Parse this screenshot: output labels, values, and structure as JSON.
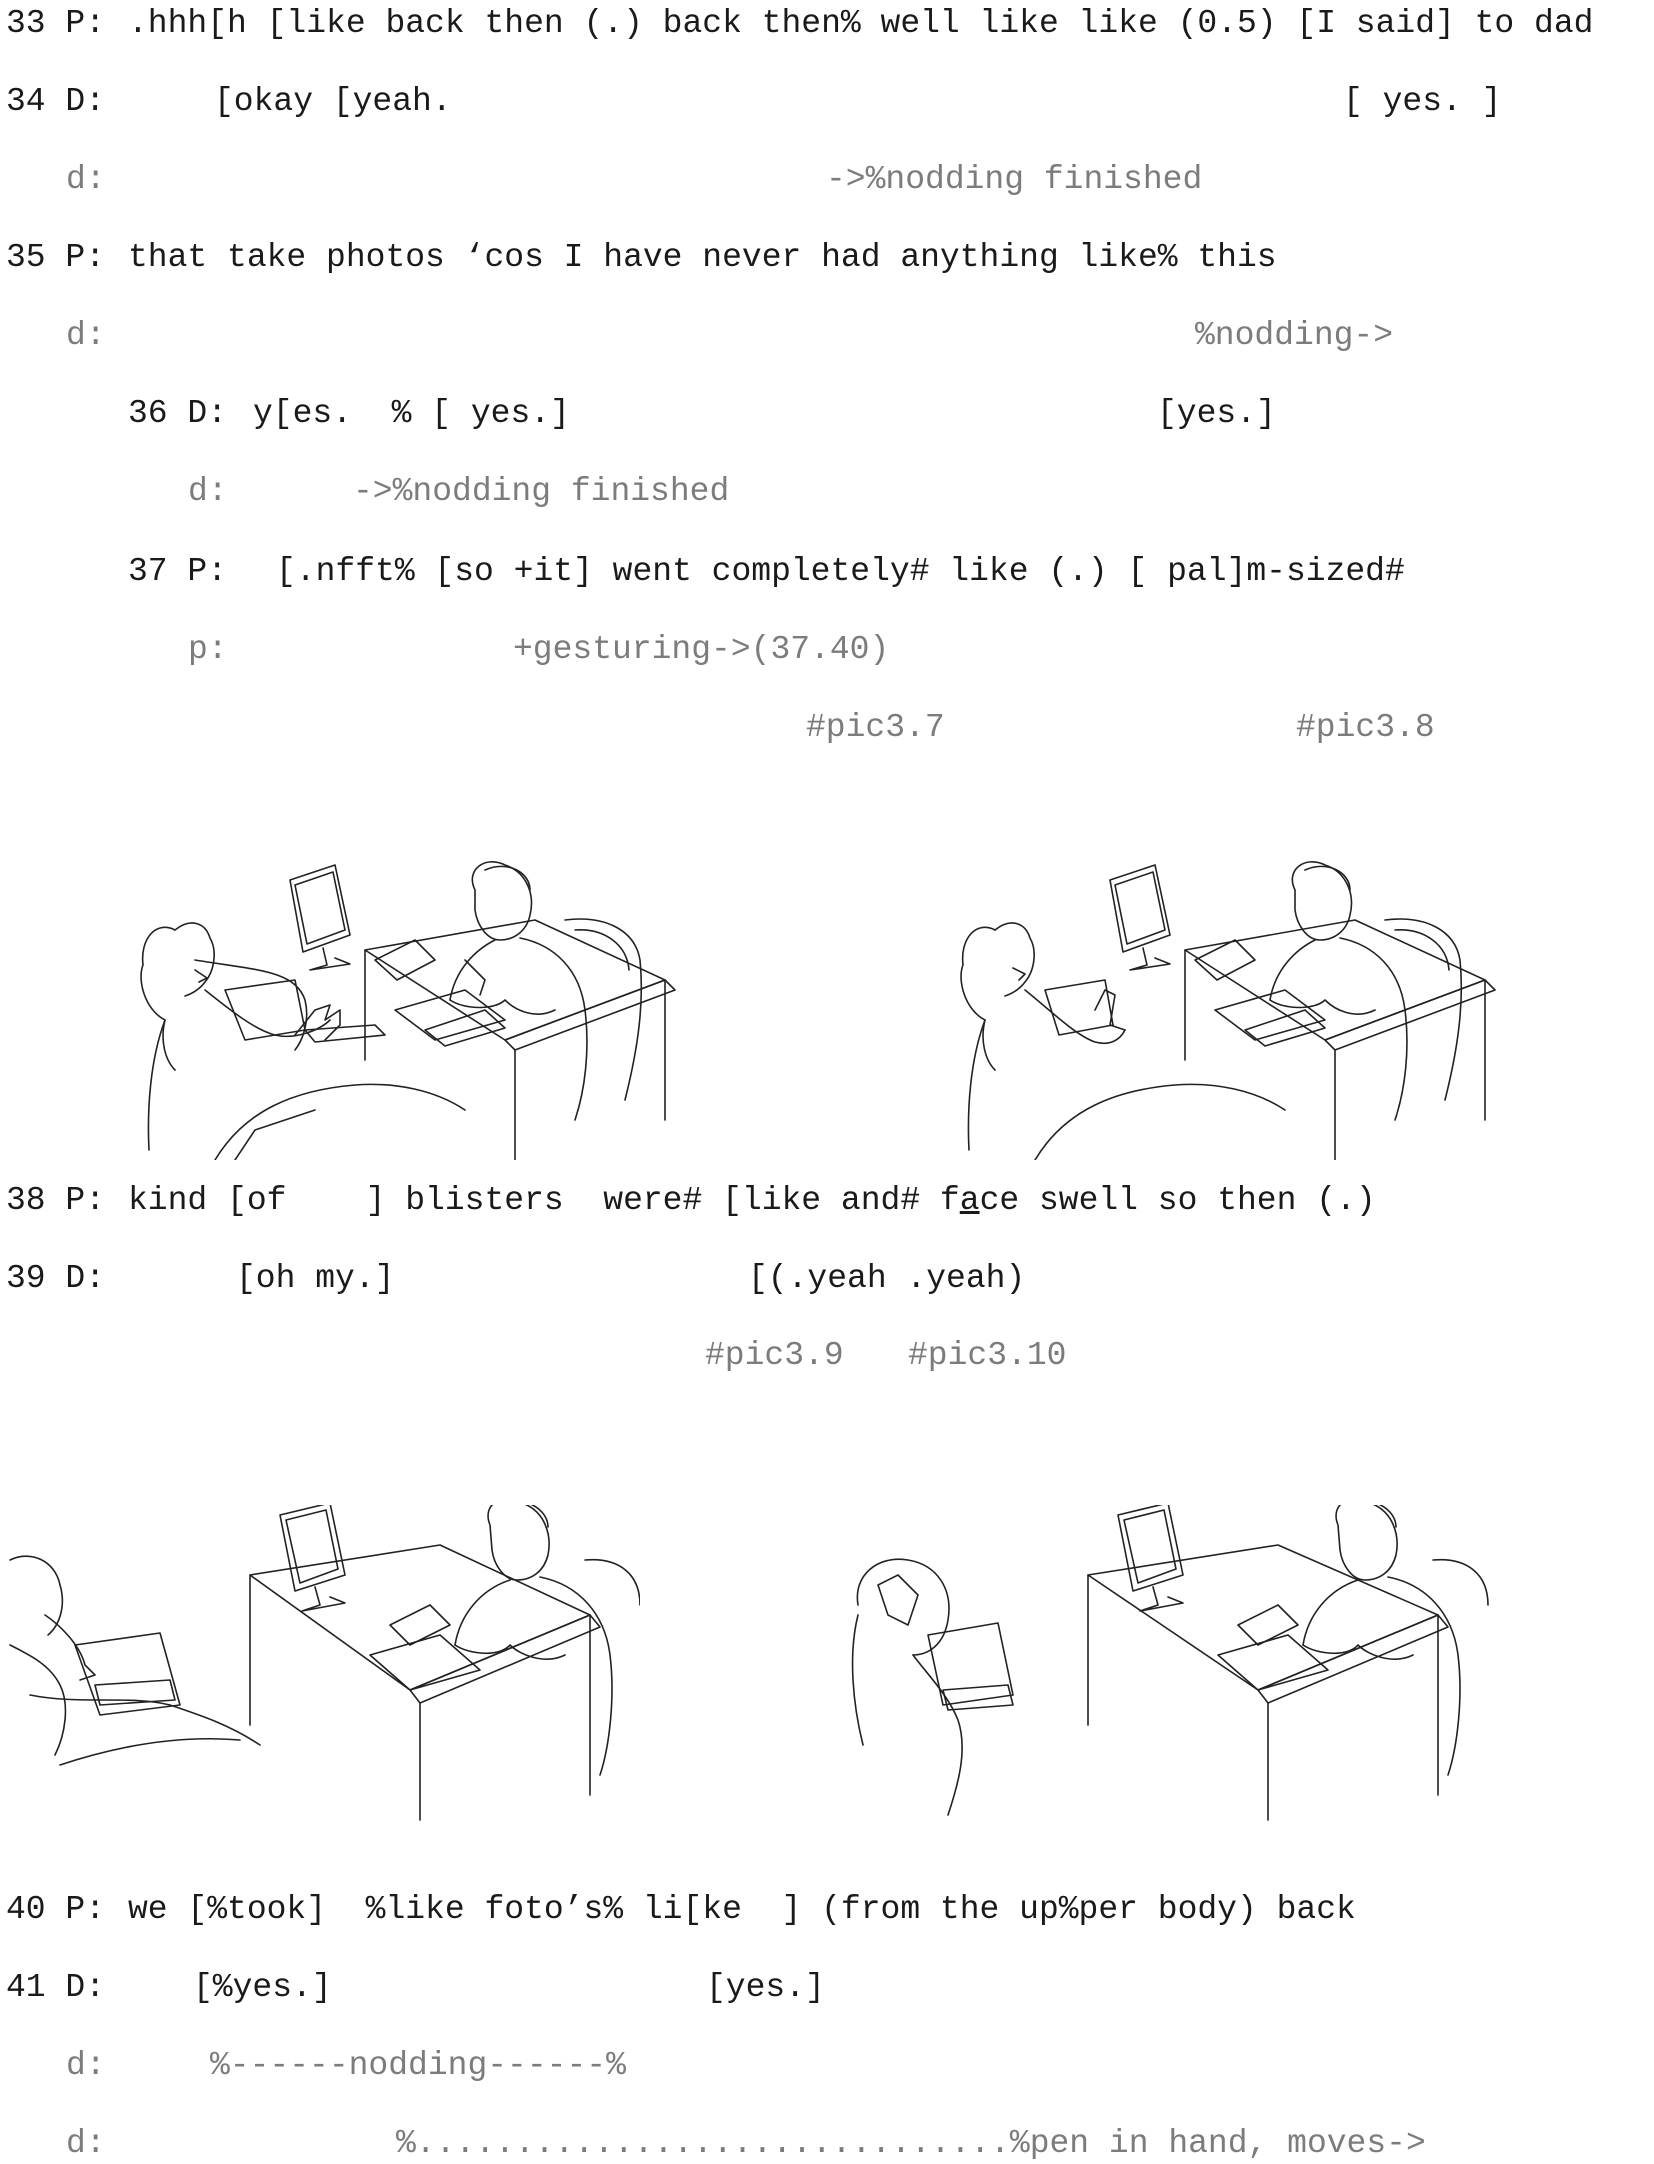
{
  "transcript": {
    "l33": ".hhh[h [like back then (.) back then% well like like (0.5) [I said] to dad",
    "l33_num": "33 P:",
    "l34_num": "34 D:",
    "l34": "[okay [yeah.",
    "l34b": "[ yes. ]",
    "l34d_tag": "d:",
    "l34d": "->%nodding finished",
    "l35_num": "35 P:",
    "l35": "that take photos ‘cos I have never had anything like% this",
    "l35d_tag": "d:",
    "l35d": "%nodding->",
    "l36_num": "36 D:",
    "l36": "y[es.  % [ yes.]",
    "l36b": "[yes.]",
    "l36d_tag": "d:",
    "l36d": "->%nodding finished",
    "l37_num": "37 P:",
    "l37": "[.nfft% [so +it] went completely# like (.) [ pal]m-sized#",
    "l37p_tag": "p:",
    "l37p": "+gesturing->(37.40)",
    "pic7": "#pic3.7",
    "pic8": "#pic3.8",
    "l38_num": "38 P:",
    "l38a": "kind [of    ] blisters  were# [like and# f",
    "l38u": "a",
    "l38b": "ce swell so then (.)",
    "l39_num": "39 D:",
    "l39": "[oh my.]",
    "l39b": "[(.yeah .yeah)",
    "pic9": "#pic3.9",
    "pic10": "#pic3.10",
    "l40_num": "40 P:",
    "l40": "we [%took]  %like foto’s% li[ke  ] (from the up%per body) back",
    "l41_num": "41 D:",
    "l41": "[%yes.]",
    "l41b": "[yes.]",
    "l41d_tag": "d:",
    "l41d": "%------nodding------%",
    "l41d2_tag": "d:",
    "l41d2": "%..............................%pen in hand, moves->"
  },
  "figures": [
    {
      "label": "pic3.7"
    },
    {
      "label": "pic3.8"
    },
    {
      "label": "pic3.9"
    },
    {
      "label": "pic3.10"
    }
  ]
}
